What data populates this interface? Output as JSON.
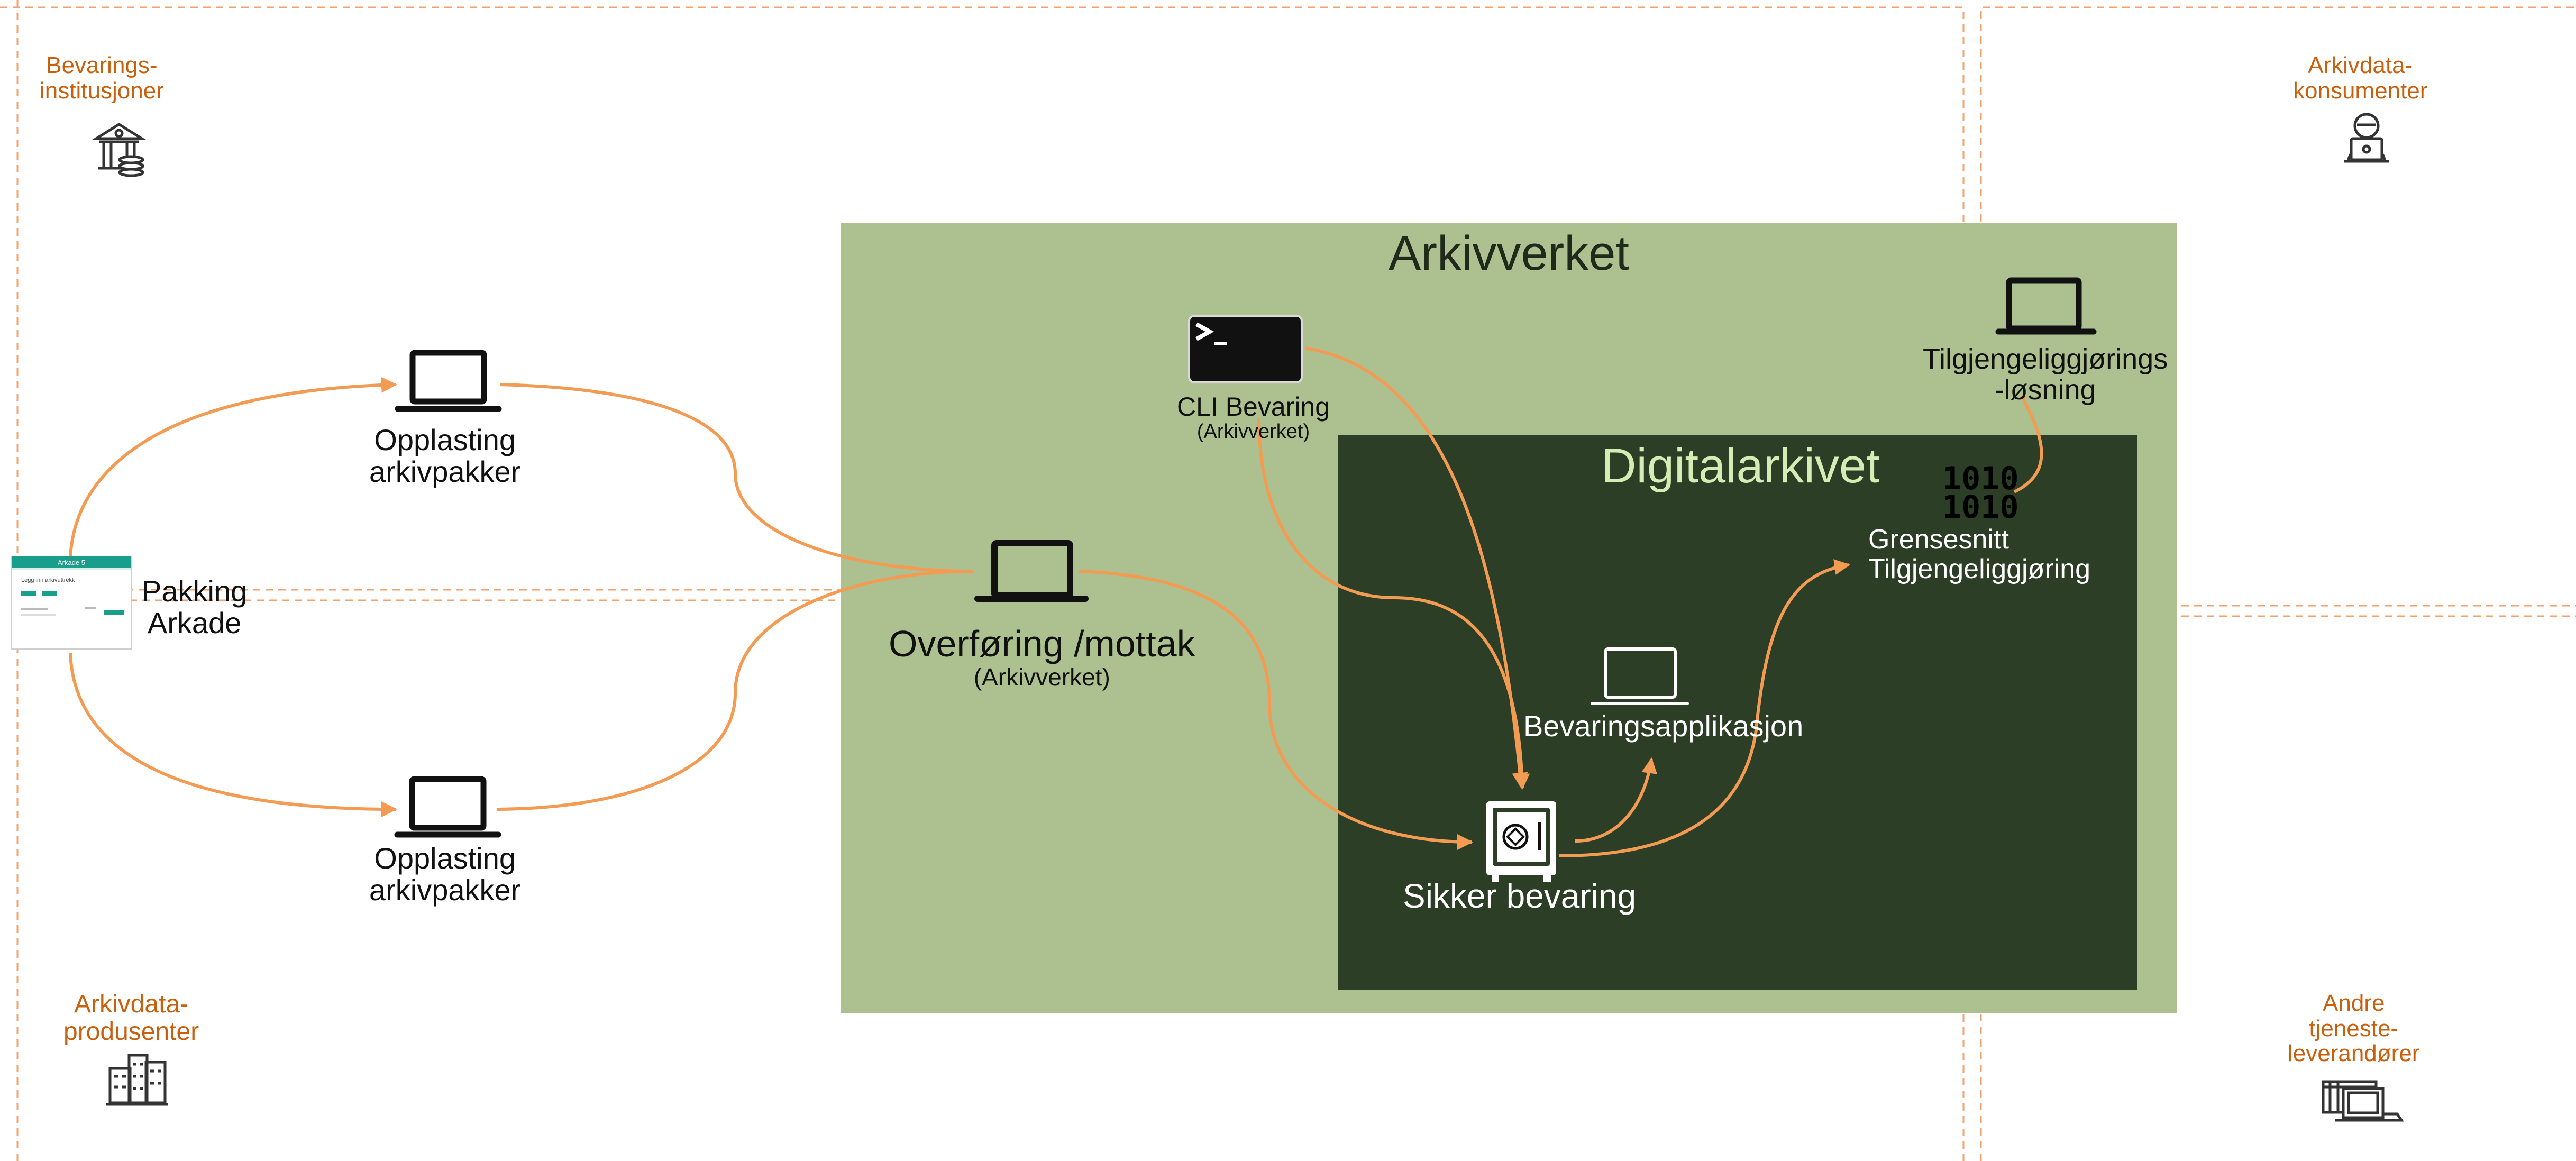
{
  "colors": {
    "arkivverket_bg": "#adc090",
    "digitalarkivet_bg": "#2d3e27",
    "arrow": "#f39a53",
    "dashed_boundary": "#f1a26d",
    "corner_label": "#c8600e",
    "digitalarkivet_title": "#d7ecb5"
  },
  "corners": {
    "top_left": {
      "line1": "Bevarings-",
      "line2": "institusjoner",
      "icon": "institution-building-icon"
    },
    "top_right": {
      "line1": "Arkivdata-",
      "line2": "konsumenter",
      "icon": "user-laptop-icon"
    },
    "bottom_left": {
      "line1": "Arkivdata-",
      "line2": "produsenter",
      "icon": "office-buildings-icon"
    },
    "bottom_right": {
      "line1": "Andre",
      "line2": "tjeneste-",
      "line3": "leverandører",
      "icon": "service-screens-icon"
    }
  },
  "left": {
    "pakking": {
      "line1": "Pakking",
      "line2": "Arkade"
    },
    "upload_top": {
      "line1": "Opplasting",
      "line2": "arkivpakker"
    },
    "upload_bottom": {
      "line1": "Opplasting",
      "line2": "arkivpakker"
    },
    "arkade_window": {
      "title": "Arkade 5",
      "heading": "Legg inn arkivuttrekk"
    }
  },
  "arkivverket": {
    "title": "Arkivverket",
    "transfer": {
      "label": "Overføring /mottak",
      "sub": "(Arkivverket)"
    },
    "cli": {
      "label": "CLI Bevaring",
      "sub": "(Arkivverket)"
    },
    "access_solution": {
      "line1": "Tilgjengeliggjørings",
      "line2": "-løsning"
    }
  },
  "digitalarkivet": {
    "title": "Digitalarkivet",
    "interface": {
      "line1": "Grensesnitt",
      "line2": "Tilgjengeliggjøring",
      "binary_line1": "1010",
      "binary_line2": "1010"
    },
    "preservation_app": {
      "label": "Bevaringsapplikasjon"
    },
    "secure": {
      "label": "Sikker bevaring"
    }
  }
}
